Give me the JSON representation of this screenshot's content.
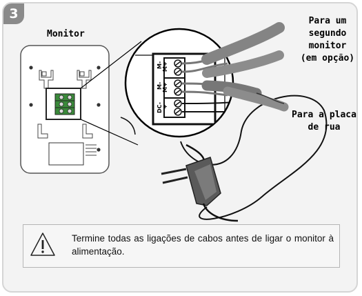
{
  "step": {
    "number": "3"
  },
  "labels": {
    "monitor": "Monitor",
    "second_monitor": "Para um\nsegundo\nmonitor\n(em opção)",
    "street_panel": "Para a placa\nde rua"
  },
  "terminals": {
    "pair1": [
      "M-",
      "M+"
    ],
    "pair2": [
      "M-",
      "M+"
    ],
    "pair3": [
      "DC-",
      "+"
    ]
  },
  "notice": {
    "icon": "warning-triangle-icon",
    "text": "Termine todas as ligações de cabos antes de ligar o monitor à alimentação."
  },
  "colors": {
    "panel_bg": "#f3f3f3",
    "badge": "#8a8a8a",
    "cable_gray": "#8c8c8c",
    "terminal_green": "#3a8a3a"
  }
}
